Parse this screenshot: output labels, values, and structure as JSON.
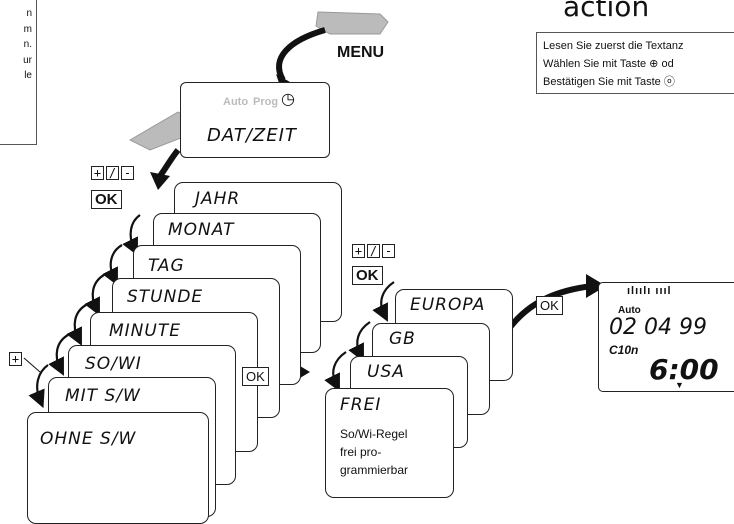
{
  "header": {
    "action_title": "action",
    "menu_label": "MENU"
  },
  "left_partial": {
    "lines": [
      "n",
      "m",
      "n.",
      "ur",
      "le"
    ]
  },
  "infobox": {
    "lines": [
      "Lesen Sie zuerst die Textanz",
      "Wählen Sie mit Taste ⊕ od",
      "Bestätigen Sie mit Taste ⓞ"
    ]
  },
  "top_display": {
    "auto": "Auto",
    "prog": "Prog",
    "text": "DAT/ZEIT"
  },
  "keys": {
    "plus": "+",
    "minus": "-",
    "ok": "OK"
  },
  "menu_cards": [
    "JAHR",
    "MONAT",
    "TAG",
    "STUNDE",
    "MINUTE",
    "SO/WI",
    "MIT S/W",
    "OHNE S/W"
  ],
  "region_cards": [
    "EUROPA",
    "GB",
    "USA",
    "FREI"
  ],
  "frei_desc": [
    "So/Wi-Regel",
    "frei pro-",
    "grammierbar"
  ],
  "lcd_display": {
    "auto": "Auto",
    "date": "02 04 99",
    "c10": "C10n",
    "time": "6:00",
    "star": "*"
  }
}
